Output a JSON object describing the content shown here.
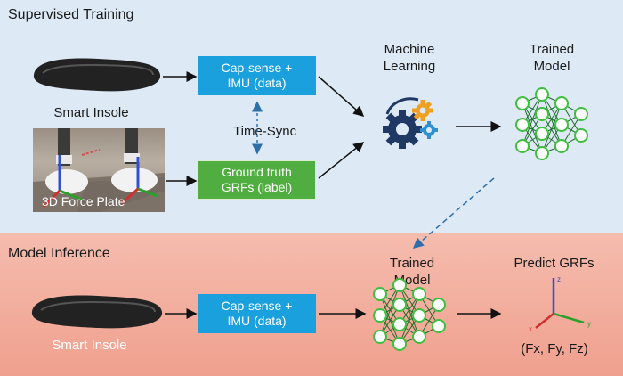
{
  "colors": {
    "top_panel": "#dde9f5",
    "bottom_panel": "#f2a897",
    "data_box": "#1aa0dd",
    "label_box": "#4fae3f",
    "nn_node_stroke": "#3fbf3f",
    "nn_edge": "#1f6b2a",
    "gear_dark": "#1f3864",
    "gear_orange": "#f0a020",
    "gear_blue": "#2e90d0"
  },
  "top": {
    "title": "Supervised Training",
    "smart_insole_label": "Smart Insole",
    "photo_caption": "3D Force Plate",
    "data_box": [
      "Cap-sense +",
      "IMU (data)"
    ],
    "label_box": [
      "Ground truth",
      "GRFs (label)"
    ],
    "sync_label": "Time-Sync",
    "ml_label": [
      "Machine",
      "Learning"
    ],
    "model_label": [
      "Trained",
      "Model"
    ]
  },
  "bottom": {
    "title": "Model Inference",
    "smart_insole_label": "Smart Insole",
    "data_box": [
      "Cap-sense +",
      "IMU (data)"
    ],
    "model_label": [
      "Trained",
      "Model"
    ],
    "predict_label": "Predict GRFs",
    "axes_label": "(Fx, Fy, Fz)",
    "axis_letters": [
      "z",
      "x",
      "y"
    ]
  }
}
